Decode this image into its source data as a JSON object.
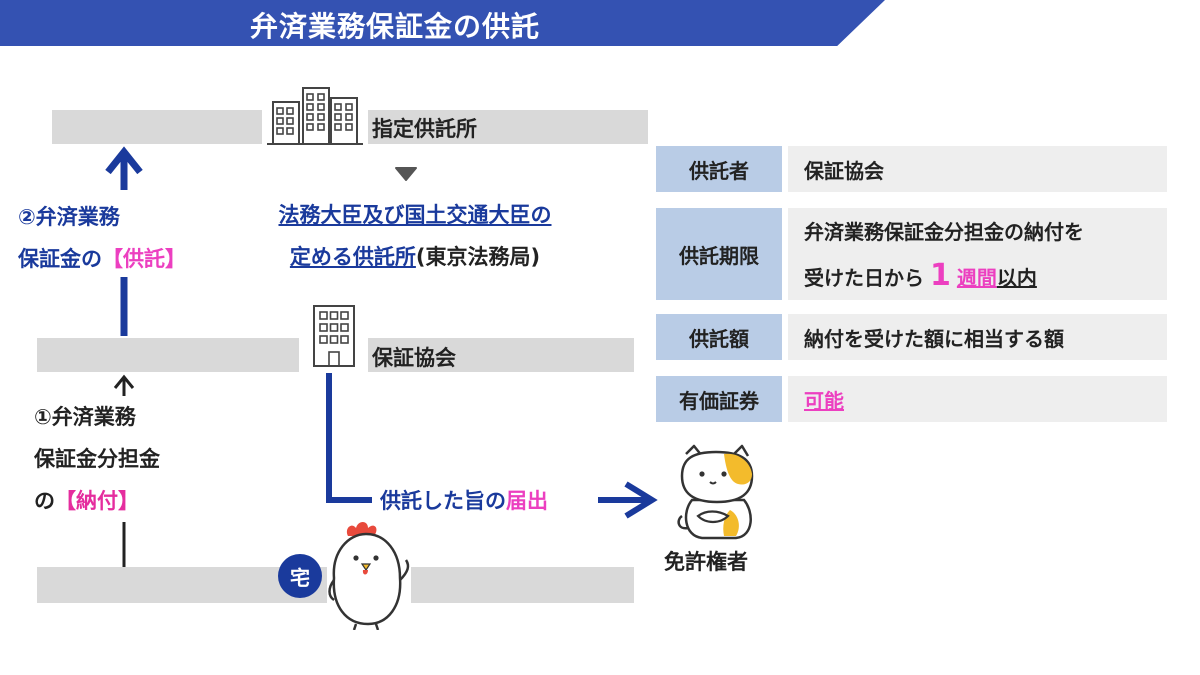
{
  "title": "弁済業務保証金の供託",
  "nodes": {
    "depository": "指定供託所",
    "association": "保証協会",
    "licensee": "免許権者",
    "badge": "宅"
  },
  "depository_note": {
    "line1": "法務大臣及び国土交通大臣の",
    "line2_link": "定める供託所",
    "line2_rest": "(東京法務局)"
  },
  "step2": {
    "line1": "②弁済業務",
    "line2_prefix": "保証金の",
    "line2_highlight": "【供託】"
  },
  "step1": {
    "line1": "①弁済業務",
    "line2": "保証金分担金",
    "line3_prefix": "の",
    "line3_highlight": "【納付】"
  },
  "notice": {
    "prefix": "供託した旨の",
    "highlight": "届出"
  },
  "table": {
    "rows": [
      {
        "header": "供託者",
        "value": "保証協会"
      },
      {
        "header": "供託期限",
        "value_line1": "弁済業務保証金分担金の納付を",
        "value_line2_prefix": "受けた日から",
        "value_big": "1",
        "value_pink": "週間",
        "value_suffix": "以内"
      },
      {
        "header": "供託額",
        "value": "納付を受けた額に相当する額"
      },
      {
        "header": "有価証券",
        "value": "可能"
      }
    ]
  },
  "colors": {
    "banner": "#3452b2",
    "arrow": "#1a3a9c",
    "highlight": "#ec3fc0",
    "table_header": "#b9cce6",
    "table_cell": "#eeeeee",
    "bar": "#d9d9d9"
  }
}
